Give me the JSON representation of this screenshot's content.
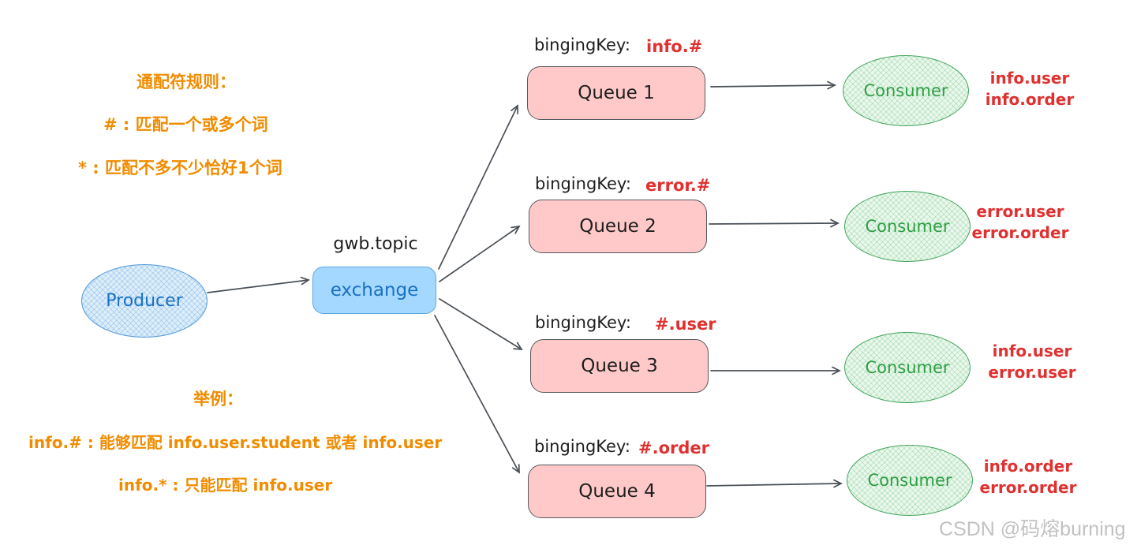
{
  "diagram_title": "RabbitMQ topic exchange routing diagram",
  "notes": {
    "rules_title": "通配符规则：",
    "rule_hash": "# : 匹配一个或多个词",
    "rule_star": "* : 匹配不多不少恰好1个词",
    "examples_title": "举例：",
    "example_hash": "info.# : 能够匹配 info.user.student 或者 info.user",
    "example_star": "info.* : 只能匹配 info.user"
  },
  "producer": {
    "label": "Producer"
  },
  "exchange": {
    "label": "exchange",
    "name": "gwb.topic"
  },
  "queues": [
    {
      "label": "Queue 1",
      "binding_key_label": "bingingKey:",
      "binding_key": "info.#",
      "consumer_label": "Consumer",
      "messages": [
        "info.user",
        "info.order"
      ]
    },
    {
      "label": "Queue 2",
      "binding_key_label": "bingingKey:",
      "binding_key": "error.#",
      "consumer_label": "Consumer",
      "messages": [
        "error.user",
        "error.order"
      ]
    },
    {
      "label": "Queue 3",
      "binding_key_label": "bingingKey:",
      "binding_key": "#.user",
      "consumer_label": "Consumer",
      "messages": [
        "info.user",
        "error.user"
      ]
    },
    {
      "label": "Queue 4",
      "binding_key_label": "bingingKey:",
      "binding_key": "#.order",
      "consumer_label": "Consumer",
      "messages": [
        "info.order",
        "error.order"
      ]
    }
  ],
  "watermark": "CSDN @码熔burning",
  "palette": {
    "orange_note": "#f08c00",
    "red_key": "#e03131",
    "black_text": "#1e1e1e",
    "blue_stroke": "#1971c2",
    "blue_fill": "#a5d8ff",
    "green_stroke": "#2f9e44",
    "pink_fill": "#ffc9c9",
    "arrow": "#495057"
  }
}
